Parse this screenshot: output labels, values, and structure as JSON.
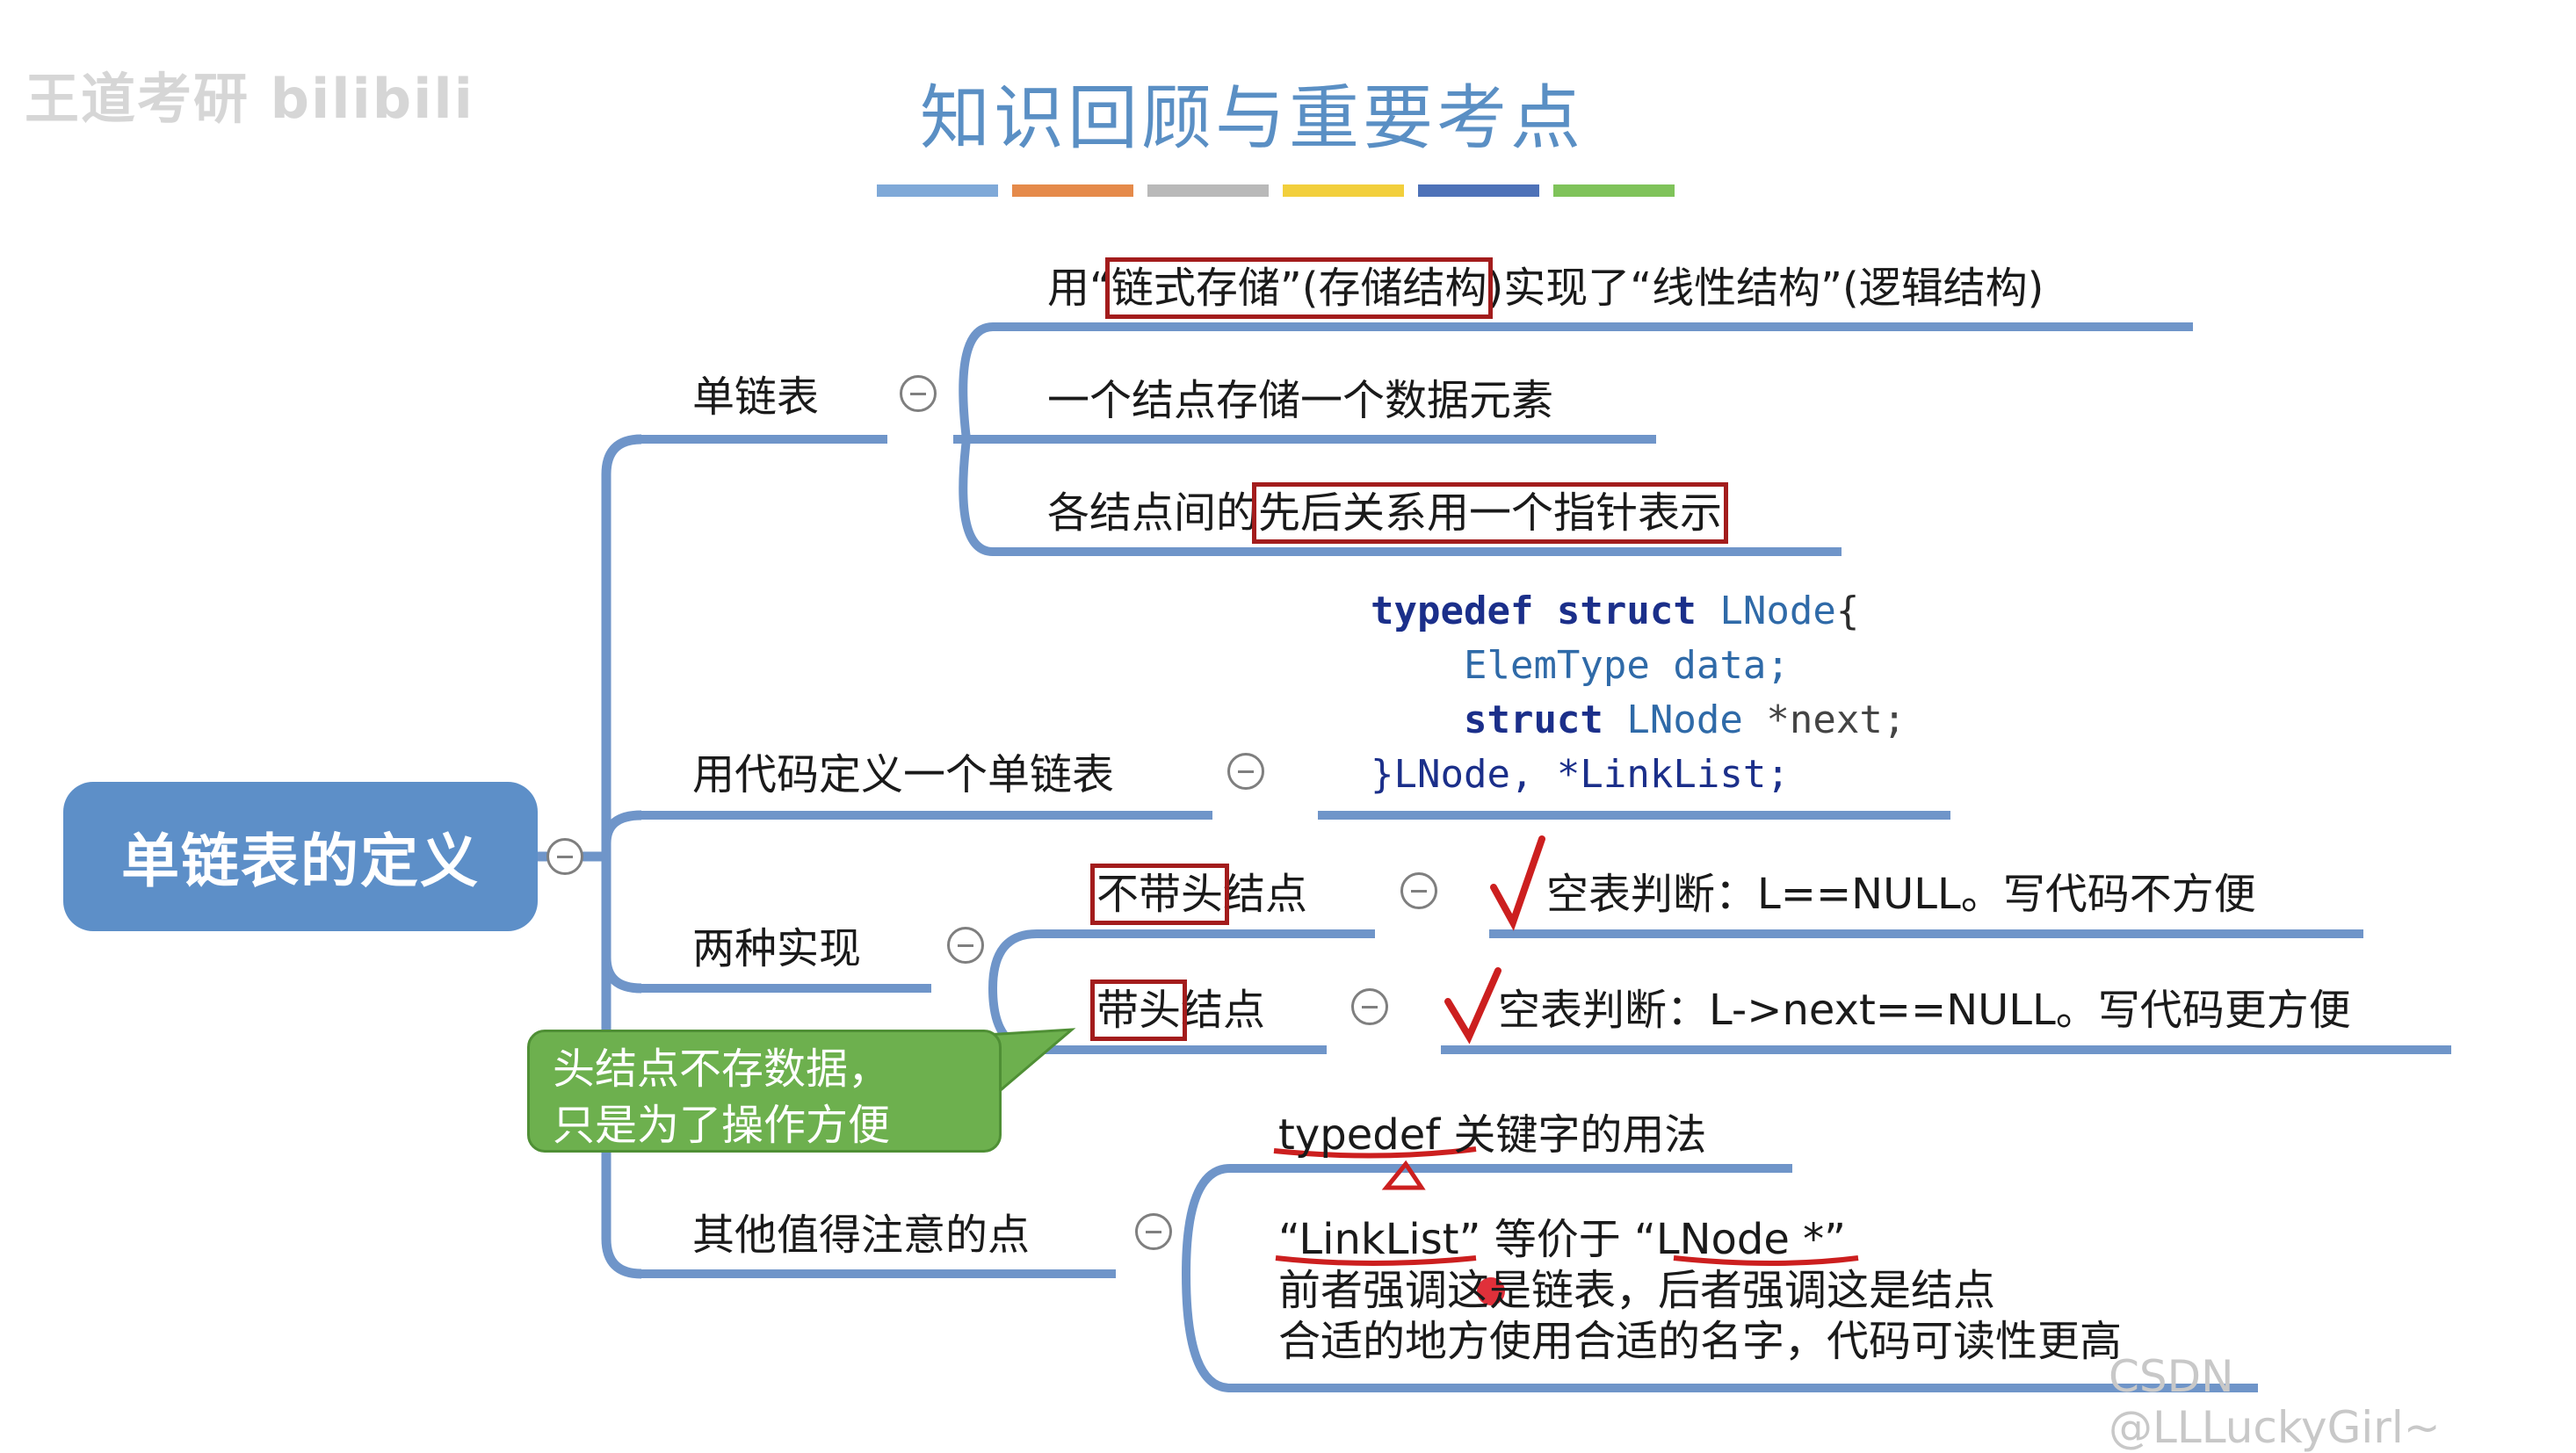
{
  "watermark": {
    "top_left": "王道考研 bilibili",
    "bottom_right": "CSDN @LLLuckyGirl~"
  },
  "title": "知识回顾与重要考点",
  "title_bar_colors": [
    "#7fa9d8",
    "#e58a4a",
    "#b9b9b9",
    "#f2cf3c",
    "#4e72b8",
    "#7fc35a"
  ],
  "colors": {
    "accent": "#5d8fc8",
    "connector": "#6f95c9",
    "highlight_box": "#a31c1c",
    "check": "#cc1f1f",
    "callout": "#6db04e"
  },
  "root": {
    "label": "单链表的定义"
  },
  "branches": {
    "single_list": {
      "label": "单链表",
      "leaves": [
        {
          "pre": "用“",
          "box": "链式存储”(存储结构",
          "post": ")实现了“线性结构”(逻辑结构)"
        },
        {
          "text": "一个结点存储一个数据元素"
        },
        {
          "pre": "各结点间的",
          "box": "先后关系用一个指针表示",
          "post": ""
        }
      ]
    },
    "code_def": {
      "label": "用代码定义一个单链表",
      "code": {
        "line1_kw": "typedef struct",
        "line1_ty": "LNode",
        "line1_end": "{",
        "line2_ty": "ElemType",
        "line2_nm": "data;",
        "line3_kw": "struct",
        "line3_ty": "LNode",
        "line3_nm": "*next;",
        "line4": "}LNode, *LinkList;"
      }
    },
    "impl": {
      "label": "两种实现",
      "leaves": [
        {
          "box": "不带头",
          "post": "结点",
          "note": "空表判断：L==NULL。写代码不方便"
        },
        {
          "box": "带头",
          "post": "结点",
          "note": "空表判断：L->next==NULL。写代码更方便"
        }
      ]
    },
    "callout": {
      "line1": "头结点不存数据，",
      "line2": "只是为了操作方便"
    },
    "others": {
      "label": "其他值得注意的点",
      "leaf1": {
        "kw": "typedef",
        "rest": " 关键字的用法"
      },
      "leaf2": {
        "line1_a": "“LinkList”",
        "line1_b": " 等价于 ",
        "line1_c": "“LNode *”",
        "line2": "前者强调这是链表，后者强调这是结点",
        "line3": "合适的地方使用合适的名字，代码可读性更高"
      }
    }
  }
}
